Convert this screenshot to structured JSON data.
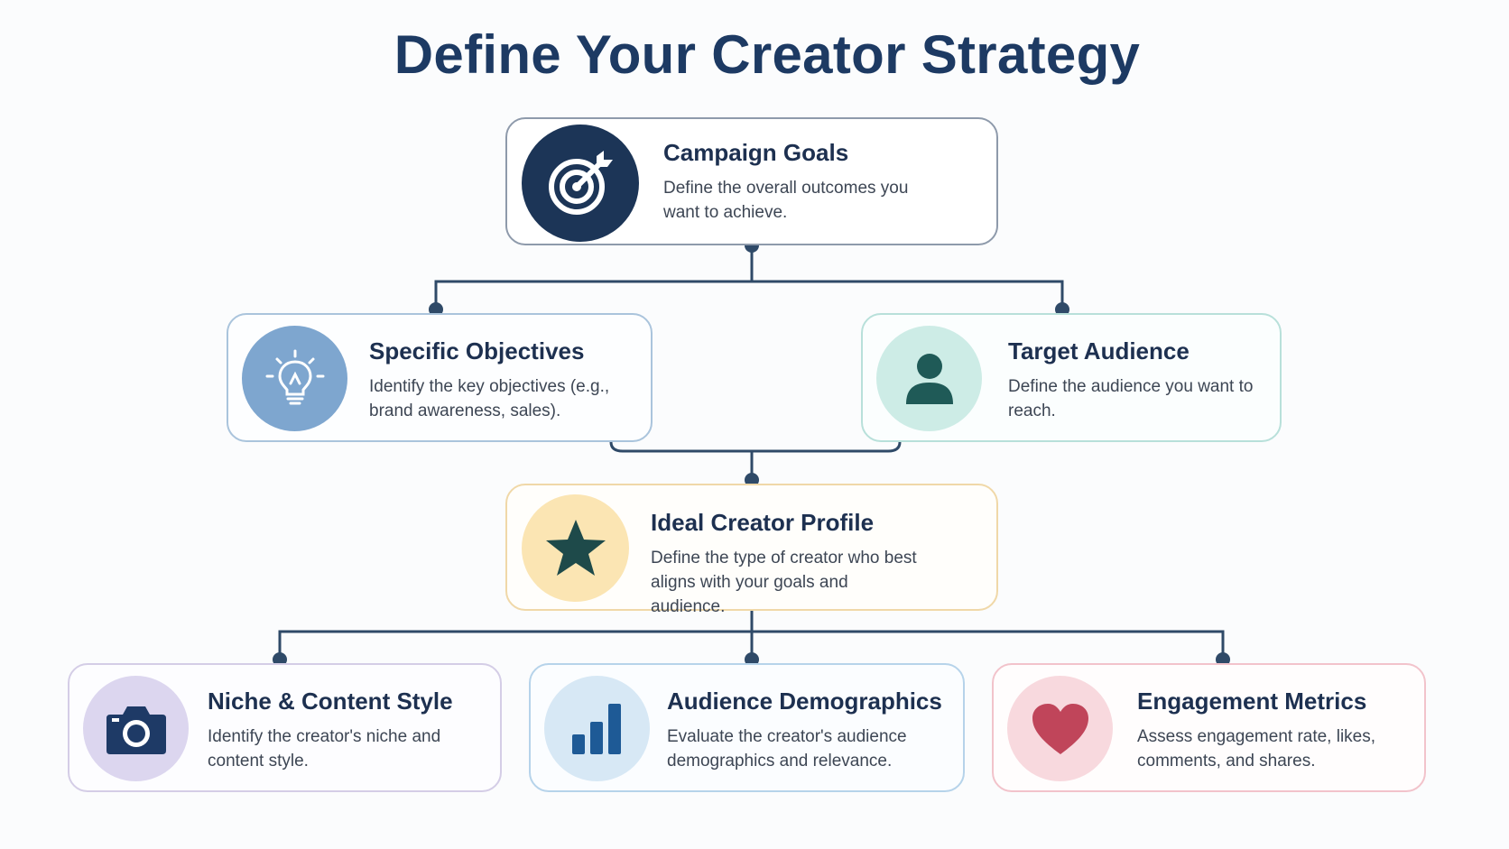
{
  "title": "Define Your Creator Strategy",
  "colors": {
    "navy": "#1d3a63",
    "connector": "#2f4a68",
    "goals_icon_bg": "#1c3557",
    "objectives_icon_bg": "#7ea6cf",
    "audience_icon_bg": "#cdece6",
    "profile_icon_bg": "#fbe5b3",
    "niche_icon_bg": "#dcd6ef",
    "demographics_icon_bg": "#d7e8f5",
    "engagement_icon_bg": "#f8d9de"
  },
  "cards": {
    "goals": {
      "title": "Campaign Goals",
      "description": "Define the overall outcomes you want to achieve.",
      "icon": "target-icon"
    },
    "objectives": {
      "title": "Specific Objectives",
      "description": "Identify the key objectives (e.g., brand awareness, sales).",
      "icon": "lightbulb-icon"
    },
    "audience": {
      "title": "Target Audience",
      "description": "Define the audience you want to reach.",
      "icon": "person-icon"
    },
    "profile": {
      "title": "Ideal Creator Profile",
      "description": "Define the type of creator who best aligns with your goals and audience.",
      "icon": "star-icon"
    },
    "niche": {
      "title": "Niche & Content Style",
      "description": "Identify the creator's niche and content style.",
      "icon": "camera-icon"
    },
    "demographics": {
      "title": "Audience Demographics",
      "description": "Evaluate the creator's audience demographics and relevance.",
      "icon": "bar-chart-icon"
    },
    "engagement": {
      "title": "Engagement Metrics",
      "description": "Assess engagement rate, likes, comments, and shares.",
      "icon": "heart-icon"
    }
  }
}
